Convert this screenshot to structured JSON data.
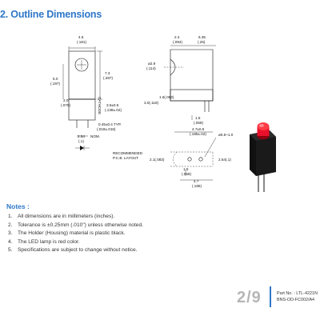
{
  "section_title": "2. Outline Dimensions",
  "drawing": {
    "dims": {
      "top_width": "4.5",
      "top_width_in": "(.181)",
      "h_total": "7.3",
      "h_total_in": "(.287)",
      "h_left": "5.0",
      "h_left_in": "(.197)",
      "w_small": "2.0",
      "w_small_in": "(.079)",
      "lead_sp": "3.5±0.5",
      "lead_sp_in": "(.138±.02)",
      "lead_w": "0.45±0.4 TYP.",
      "lead_w_in": "(.018±.016)",
      "pitch": "2.54",
      "pitch_nom": "NOM.",
      "pitch_in": "(.1)",
      "cathode": "CATHODE",
      "side_w1": "2.4",
      "side_w1_in": "(.094)",
      "side_w2": "6.35",
      "side_w2_in": "(.25)",
      "dia": "ø2.9",
      "dia_in": "(.114)",
      "lead_len": "1.6(.063)",
      "body_h": "3.0(.118)",
      "pin_h": "1.5",
      "pin_h_in": "(.059)",
      "base_w": "4.7±0.5",
      "base_w_in": "(.185±.02)",
      "pcb_title1": "RECOMMENDED",
      "pcb_title2": "P.C.B. LAYOUT",
      "hole_dia": "ø0.8~1.0",
      "pcb_h": "2.1(.083)",
      "pcb_pitch": "2.54(.1)",
      "pcb_s1": "1.5",
      "pcb_s1_in": "(.059)",
      "pcb_w": "4.7",
      "pcb_w_in": "(.185)"
    }
  },
  "notes": {
    "title": "Notes :",
    "items": [
      {
        "num": "1.",
        "text": "All dimensions are in millimeters (inches)."
      },
      {
        "num": "2.",
        "text": "Tolerance is ±0.25mm (.010\") unless otherwise noted."
      },
      {
        "num": "3.",
        "text": "The Holder (Housing) material is plastic black."
      },
      {
        "num": "4.",
        "text": "The LED lamp is red color."
      },
      {
        "num": "5.",
        "text": "Specifications are subject to change without notice."
      }
    ]
  },
  "footer": {
    "page": "2/9",
    "part_no": "Part No. : LTL-4221N",
    "doc_no": "BNS-OD-FC002/A4"
  },
  "colors": {
    "accent": "#2f77c8",
    "led_red": "#e8102a",
    "housing": "#111111"
  }
}
